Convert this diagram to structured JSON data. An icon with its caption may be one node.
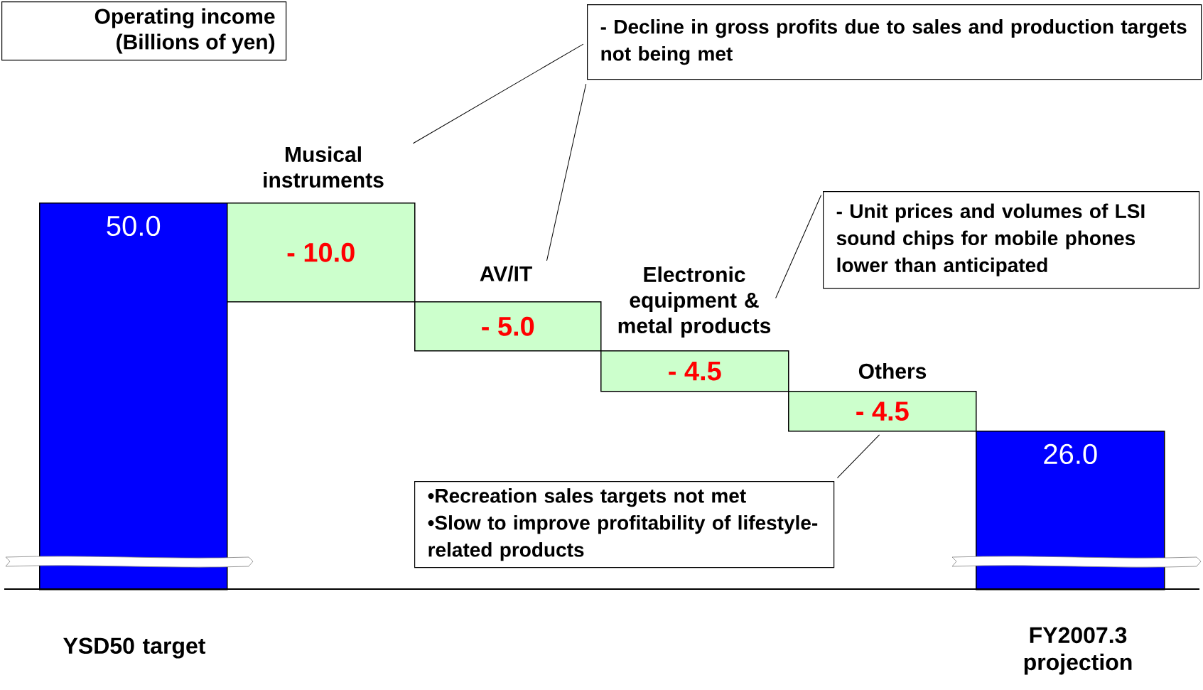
{
  "diagram": {
    "title": "Operating income (Billions of yen)",
    "nodes": [
      {
        "text": [
          "50.0"
        ]
      },
      {
        "text": [
          "Musical instruments"
        ]
      },
      {
        "text": [
          "- 10.0"
        ]
      },
      {
        "text": [
          "AV/IT"
        ]
      },
      {
        "text": [
          "- 5.0"
        ]
      },
      {
        "text": [
          "Electronic equipment & metal products"
        ]
      },
      {
        "text": [
          "- 4.5"
        ]
      },
      {
        "text": [
          "Others"
        ]
      },
      {
        "text": [
          "- 4.5"
        ]
      },
      {
        "text": [
          "26.0"
        ]
      },
      {
        "text": [
          "- Decline in gross profits due to sales and production targets not being met"
        ]
      },
      {
        "text": [
          "- Unit prices and volumes of LSI sound chips for mobile phones lower than anticipated"
        ]
      },
      {
        "text": [
          "•Recreation sales targets not met",
          "•Slow to improve profitability of lifestyle-related products"
        ]
      }
    ],
    "edges": [
      {
        "from": 10,
        "to": 1,
        "arrow": "none"
      },
      {
        "from": 10,
        "to": 3,
        "arrow": "none"
      },
      {
        "from": 11,
        "to": 5,
        "arrow": "none"
      },
      {
        "from": 12,
        "to": 8,
        "arrow": "none"
      }
    ],
    "labels": [
      "YSD50 target",
      "FY2007.3 projection"
    ]
  }
}
